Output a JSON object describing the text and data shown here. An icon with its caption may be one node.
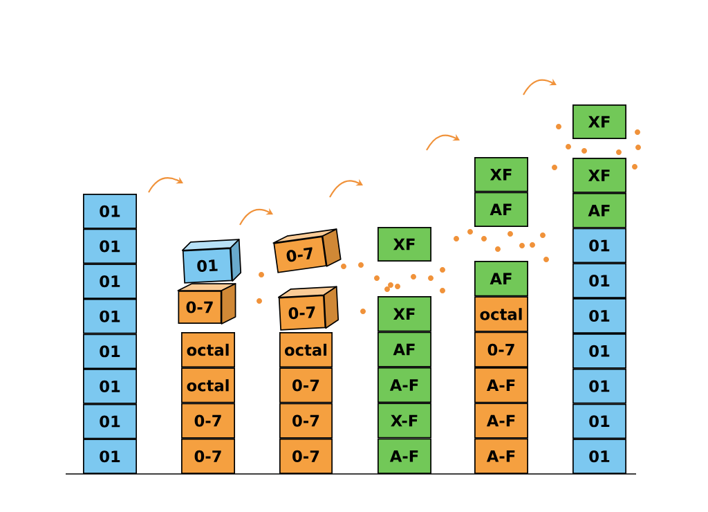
{
  "diagram": {
    "nodes": [
      {
        "text": [
          "01"
        ]
      },
      {
        "text": [
          "01"
        ]
      },
      {
        "text": [
          "01"
        ]
      },
      {
        "text": [
          "01"
        ]
      },
      {
        "text": [
          "01"
        ]
      },
      {
        "text": [
          "01"
        ]
      },
      {
        "text": [
          "01"
        ]
      },
      {
        "text": [
          "01"
        ]
      },
      {
        "text": [
          "01"
        ]
      },
      {
        "text": [
          "0-7"
        ]
      },
      {
        "text": [
          "octal"
        ]
      },
      {
        "text": [
          "octal"
        ]
      },
      {
        "text": [
          "0-7"
        ]
      },
      {
        "text": [
          "0-7"
        ]
      },
      {
        "text": [
          "0-7"
        ]
      },
      {
        "text": [
          "0-7"
        ]
      },
      {
        "text": [
          "octal"
        ]
      },
      {
        "text": [
          "0-7"
        ]
      },
      {
        "text": [
          "0-7"
        ]
      },
      {
        "text": [
          "0-7"
        ]
      },
      {
        "text": [
          "XF"
        ]
      },
      {
        "text": [
          "XF"
        ]
      },
      {
        "text": [
          "AF"
        ]
      },
      {
        "text": [
          "A-F"
        ]
      },
      {
        "text": [
          "X-F"
        ]
      },
      {
        "text": [
          "A-F"
        ]
      },
      {
        "text": [
          "XF"
        ]
      },
      {
        "text": [
          "AF"
        ]
      },
      {
        "text": [
          "AF"
        ]
      },
      {
        "text": [
          "octal"
        ]
      },
      {
        "text": [
          "0-7"
        ]
      },
      {
        "text": [
          "A-F"
        ]
      },
      {
        "text": [
          "A-F"
        ]
      },
      {
        "text": [
          "A-F"
        ]
      },
      {
        "text": [
          "XF"
        ]
      },
      {
        "text": [
          "XF"
        ]
      },
      {
        "text": [
          "AF"
        ]
      },
      {
        "text": [
          "01"
        ]
      },
      {
        "text": [
          "01"
        ]
      },
      {
        "text": [
          "01"
        ]
      },
      {
        "text": [
          "01"
        ]
      },
      {
        "text": [
          "01"
        ]
      },
      {
        "text": [
          "01"
        ]
      },
      {
        "text": [
          "01"
        ]
      }
    ]
  }
}
